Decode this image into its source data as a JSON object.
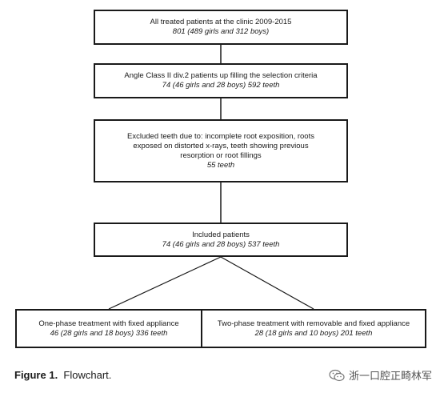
{
  "flowchart": {
    "all_patients": {
      "line1": "All treated patients at the clinic 2009-2015",
      "line2": "801 (489 girls and 312 boys)"
    },
    "angle_class": {
      "line1": "Angle Class II div.2 patients up filling the selection criteria",
      "line2": "74 (46 girls and 28 boys) 592 teeth"
    },
    "excluded": {
      "line1": "Excluded teeth due to: incomplete root exposition, roots",
      "line2": "exposed on distorted x-rays, teeth showing previous",
      "line3": "resorption or root fillings",
      "line4": "55 teeth"
    },
    "included": {
      "line1": "Included patients",
      "line2": "74 (46 girls and 28 boys) 537 teeth"
    },
    "one_phase": {
      "line1": "One-phase treatment with fixed appliance",
      "line2": "46 (28 girls and 18 boys) 336 teeth"
    },
    "two_phase": {
      "line1": "Two-phase treatment with removable and fixed appliance",
      "line2": "28 (18 girls and 10 boys) 201 teeth"
    }
  },
  "caption": {
    "label": "Figure 1.",
    "text": "Flowchart."
  },
  "watermark": {
    "icon": "wechat-icon",
    "text": "浙一口腔正畸林军"
  }
}
